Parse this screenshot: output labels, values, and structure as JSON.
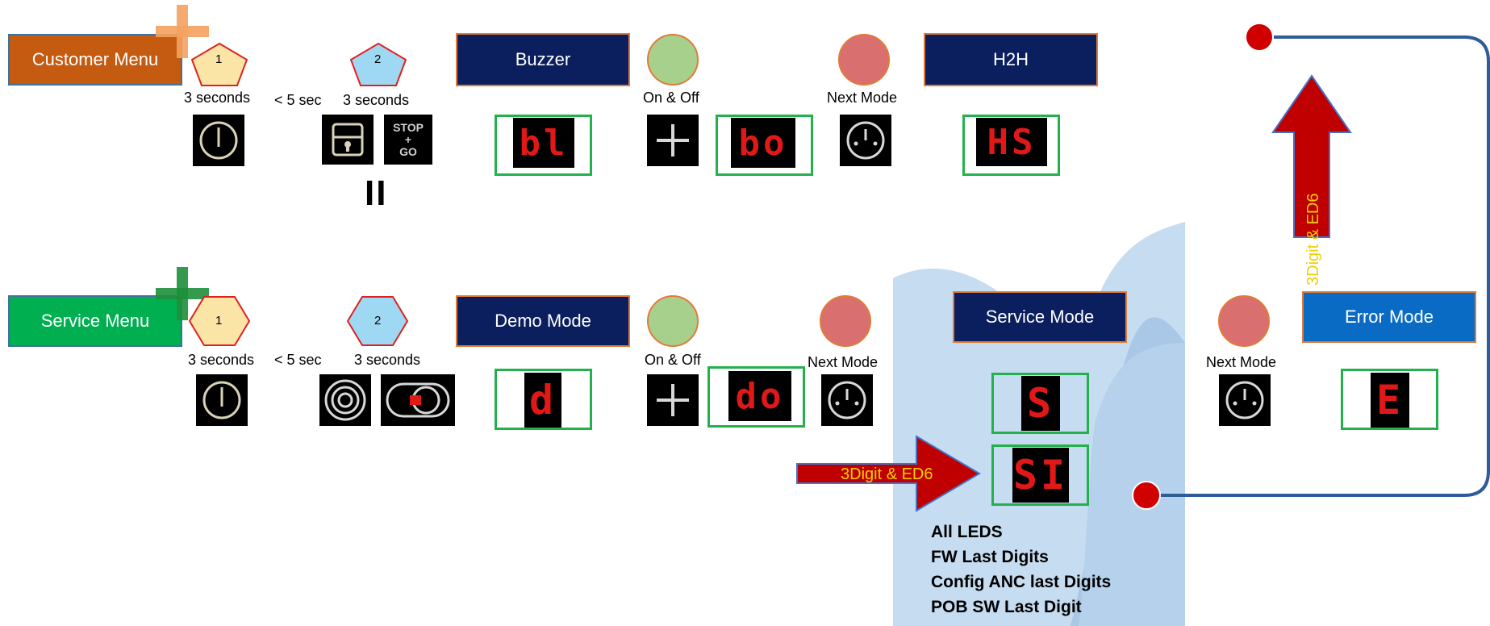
{
  "customer_row": {
    "menu_label": "Customer Menu",
    "step1_num": "1",
    "step1_time": "3 seconds",
    "gap_label": "< 5 sec",
    "step2_num": "2",
    "step2_time": "3 seconds",
    "stop_go_label": "STOP\n+\nGO",
    "separator": "II",
    "mode1": "Buzzer",
    "mode1_display": "bl",
    "onoff_label": "On & Off",
    "onoff_display": "bo",
    "next_label": "Next Mode",
    "mode2": "H2H",
    "mode2_display": "HS"
  },
  "service_row": {
    "menu_label": "Service Menu",
    "step1_num": "1",
    "step1_time": "3 seconds",
    "gap_label": "< 5 sec",
    "step2_num": "2",
    "step2_time": "3 seconds",
    "mode1": "Demo Mode",
    "mode1_display": "d",
    "onoff_label": "On & Off",
    "onoff_display": "do",
    "next_label": "Next Mode",
    "service_mode": "Service Mode",
    "service_display": "S",
    "service_sub_display": "SI",
    "next_label2": "Next Mode",
    "error_mode": "Error Mode",
    "error_display": "E"
  },
  "arrows": {
    "right_arrow_label": "3Digit & ED6",
    "up_arrow_label": "3Digit & ED6"
  },
  "notes": [
    "All LEDS",
    "FW Last Digits",
    "Config ANC last Digits",
    "POB SW Last Digit"
  ],
  "colors": {
    "customer": "#c55a11",
    "service": "#00b050",
    "navy": "#0b1f5e",
    "error_blue": "#0a6bc4",
    "frame_green": "#22b14c",
    "arrow_red": "#c00000",
    "connector_blue": "#2e5c99"
  }
}
